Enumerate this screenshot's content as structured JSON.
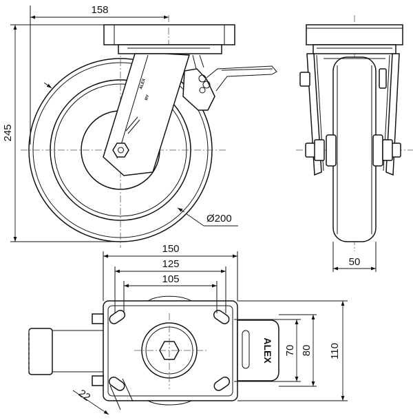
{
  "dimensions": {
    "top_width": "158",
    "overall_height": "245",
    "wheel_diameter": "Ø200",
    "wheel_width": "50",
    "plate_width": "150",
    "bolt_spacing_outer": "125",
    "bolt_spacing_inner": "105",
    "bolt_spacing_v_inner": "70",
    "bolt_spacing_v_outer": "80",
    "plate_depth": "110",
    "slot_width": "22"
  },
  "brand": {
    "name": "ALEX",
    "caster_marking": "ALEX"
  }
}
